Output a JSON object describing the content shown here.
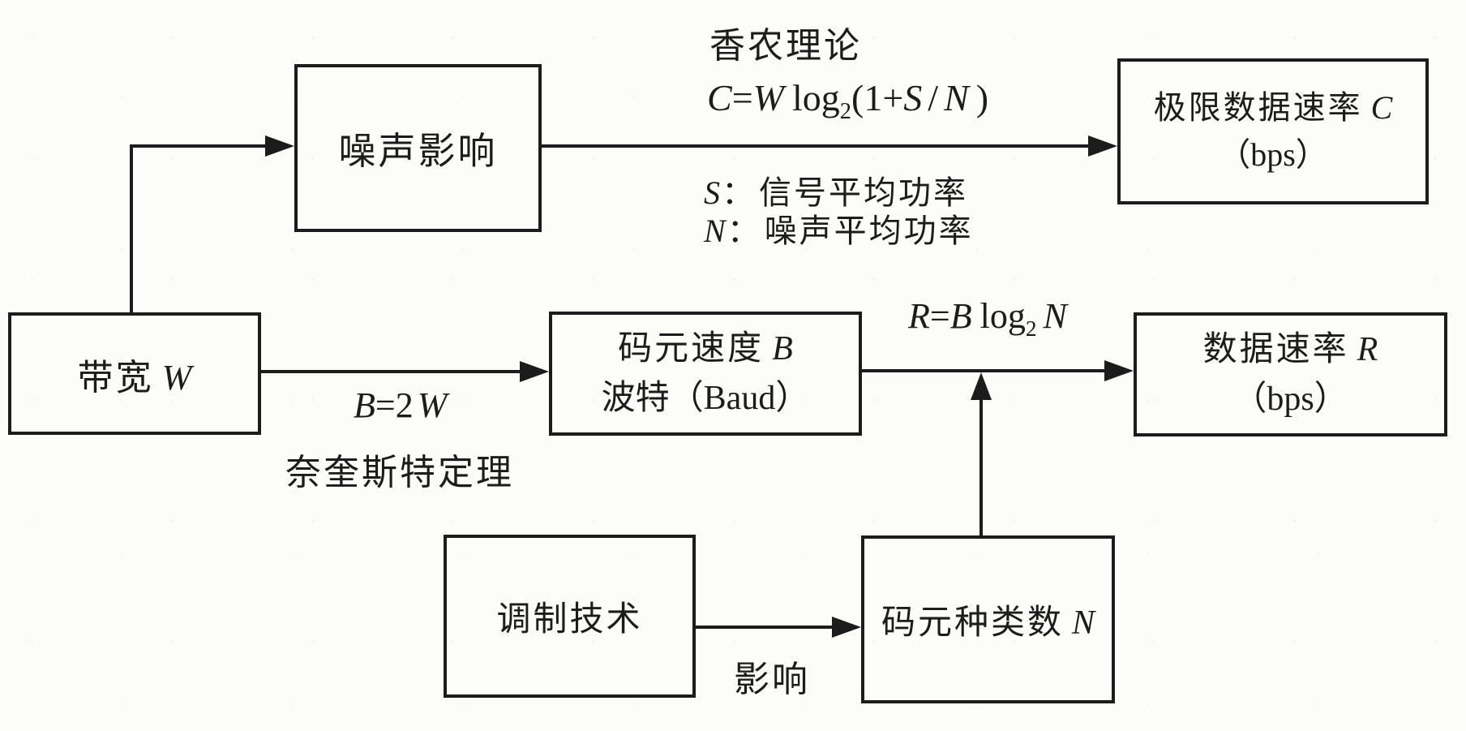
{
  "diagram": {
    "boxes": {
      "noise": {
        "label": "噪声影响"
      },
      "limit_rate": {
        "title_cn": "极限数据速率",
        "title_var": "C",
        "unit": "（bps）"
      },
      "bandwidth": {
        "label_cn": "带宽",
        "label_var": "W"
      },
      "baud": {
        "title_cn": "码元速度",
        "title_var": "B",
        "unit": "波特（Baud）"
      },
      "data_rate": {
        "title_cn": "数据速率",
        "title_var": "R",
        "unit": "（bps）"
      },
      "modulation": {
        "label": "调制技术"
      },
      "symbol_types": {
        "label_cn": "码元种类数",
        "label_var": "N"
      }
    },
    "annotations": {
      "shannon_title": "香农理论",
      "shannon_formula": {
        "lhs": "C",
        "eq": "=",
        "w": "W",
        "log": "log",
        "sub": "2",
        "open": "(1+",
        "s": "S",
        "slash": "/",
        "n": "N",
        "close": ")"
      },
      "s_note": {
        "sym": "S",
        "colon": "：",
        "desc": "信号平均功率"
      },
      "n_note": {
        "sym": "N",
        "colon": "：",
        "desc": "噪声平均功率"
      },
      "nyquist_formula": {
        "b": "B",
        "eq": "=2",
        "w": "W"
      },
      "nyquist_name": "奈奎斯特定理",
      "r_formula": {
        "r": "R",
        "eq": "=",
        "b": "B",
        "log": "log",
        "sub": "2",
        "n": "N"
      },
      "impact": "影响"
    },
    "colors": {
      "ink": "#1c1c1c",
      "paper": "#fcfcf8"
    }
  }
}
